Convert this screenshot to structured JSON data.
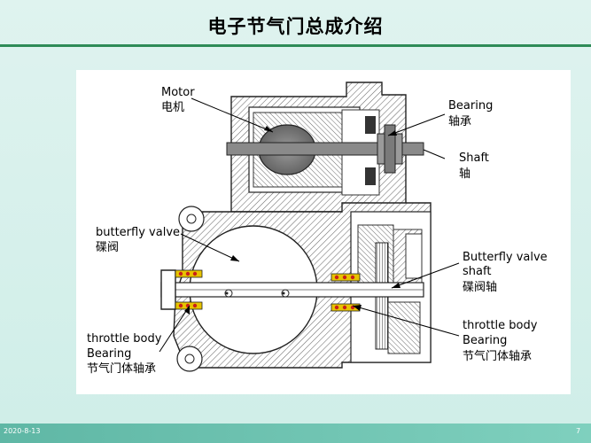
{
  "slide": {
    "title": "电子节气门总成介绍",
    "footer_date": "2020-8-13",
    "footer_page": "7"
  },
  "diagram": {
    "labels": {
      "motor_en": "Motor",
      "motor_cn": "电机",
      "bearing_en": "Bearing",
      "bearing_cn": "轴承",
      "shaft_en": "Shaft",
      "shaft_cn": "轴",
      "butterfly_valve_en": "butterfly valve",
      "butterfly_valve_cn": "碟阀",
      "butterfly_valve_shaft_en_1": "Butterfly valve",
      "butterfly_valve_shaft_en_2": "shaft",
      "butterfly_valve_shaft_cn": "碟阀轴",
      "throttle_body_bearing_right_en_1": "throttle body",
      "throttle_body_bearing_right_en_2": "Bearing",
      "throttle_body_bearing_right_cn": "节气门体轴承",
      "throttle_body_bearing_left_en_1": "throttle body",
      "throttle_body_bearing_left_en_2": "Bearing",
      "throttle_body_bearing_left_cn": "节气门体轴承"
    },
    "colors": {
      "hatch": "#555555",
      "outline": "#222222",
      "shaft": "#8a8a8a",
      "bearing_yellow": "#e8c400",
      "bearing_red": "#c8201a",
      "title_rule": "#2e8b57"
    }
  }
}
